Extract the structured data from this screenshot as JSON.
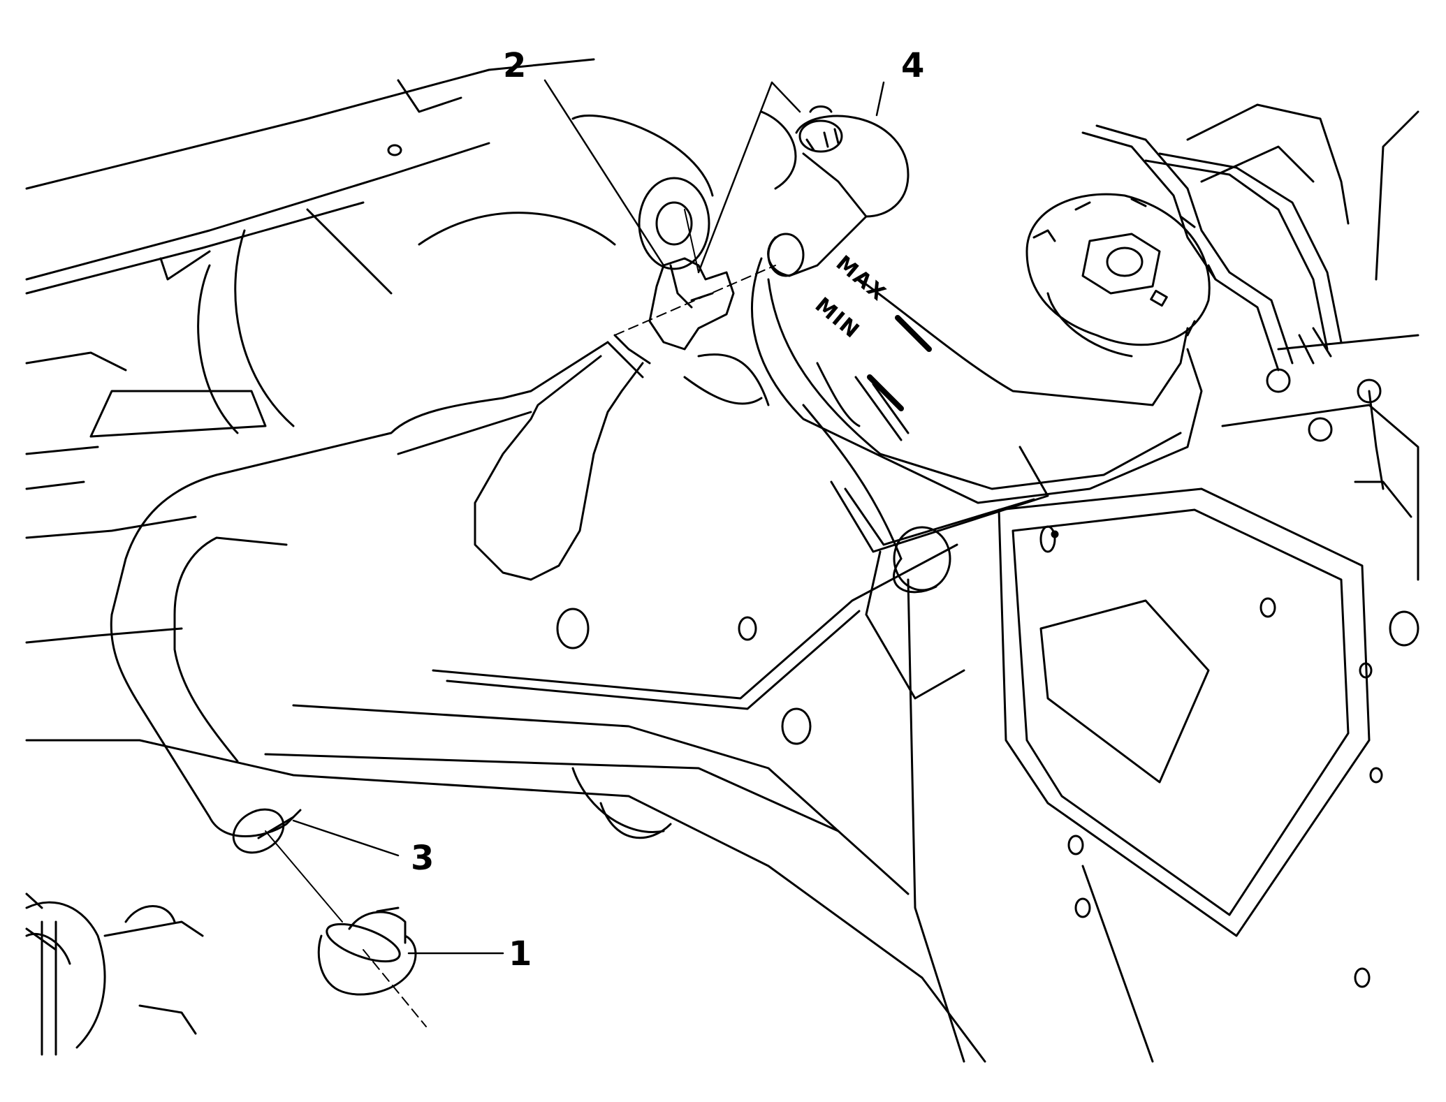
{
  "figure": {
    "callouts": [
      {
        "id": "1",
        "label": "1"
      },
      {
        "id": "2",
        "label": "2"
      },
      {
        "id": "3",
        "label": "3"
      },
      {
        "id": "4",
        "label": "4"
      }
    ],
    "embossed_labels": {
      "max": "MAX",
      "min": "MIN"
    }
  }
}
